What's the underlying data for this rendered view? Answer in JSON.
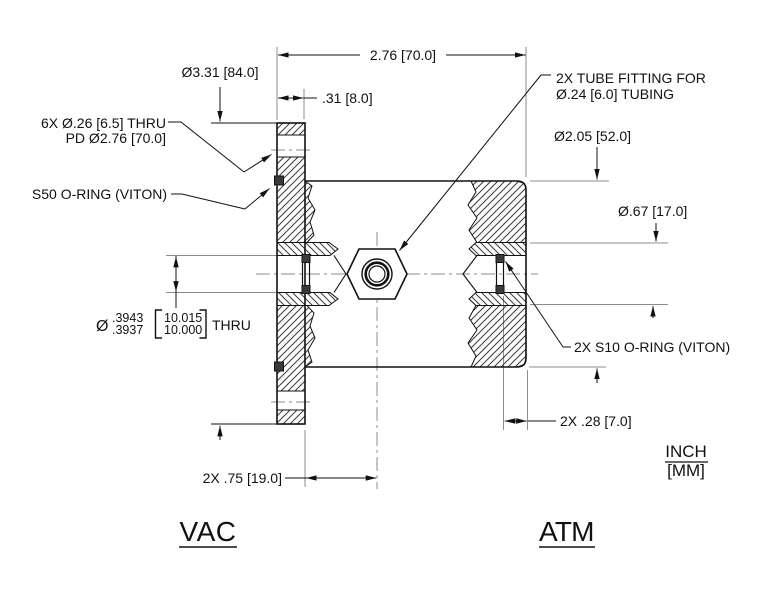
{
  "drawing": {
    "labels": {
      "dim_overall": "2.76 [70.0]",
      "dim_flange_thickness": ".31 [8.0]",
      "dia_flange": "Ø3.31 [84.0]",
      "bolt_holes_line1": "6X Ø.26 [6.5] THRU",
      "bolt_holes_line2": "PD Ø2.76 [70.0]",
      "s50_oring": "S50 O-RING (VITON)",
      "tube_fitting_line1": "2X TUBE FITTING FOR",
      "tube_fitting_line2": "Ø.24 [6.0] TUBING",
      "dia_body": "Ø2.05 [52.0]",
      "dia_counterbore": "Ø.67 [17.0]",
      "bore_dia_symbol": "Ø",
      "bore_inch_upper": ".3943",
      "bore_inch_lower": ".3937",
      "bore_mm_upper": "10.015",
      "bore_mm_lower": "10.000",
      "bore_thru": "THRU",
      "s10_oring": "2X S10 O-RING (VITON)",
      "dim_groove_offset": "2X .28 [7.0]",
      "dim_fitting_offset": "2X .75 [19.0]",
      "units_primary": "INCH",
      "units_secondary": "[MM]",
      "side_vacuum": "VAC",
      "side_atmosphere": "ATM"
    },
    "colors": {
      "object_line": "#111111",
      "thin_line": "#8c8c8c",
      "hatch_line": "#3a3a3a",
      "background": "#ffffff"
    }
  }
}
